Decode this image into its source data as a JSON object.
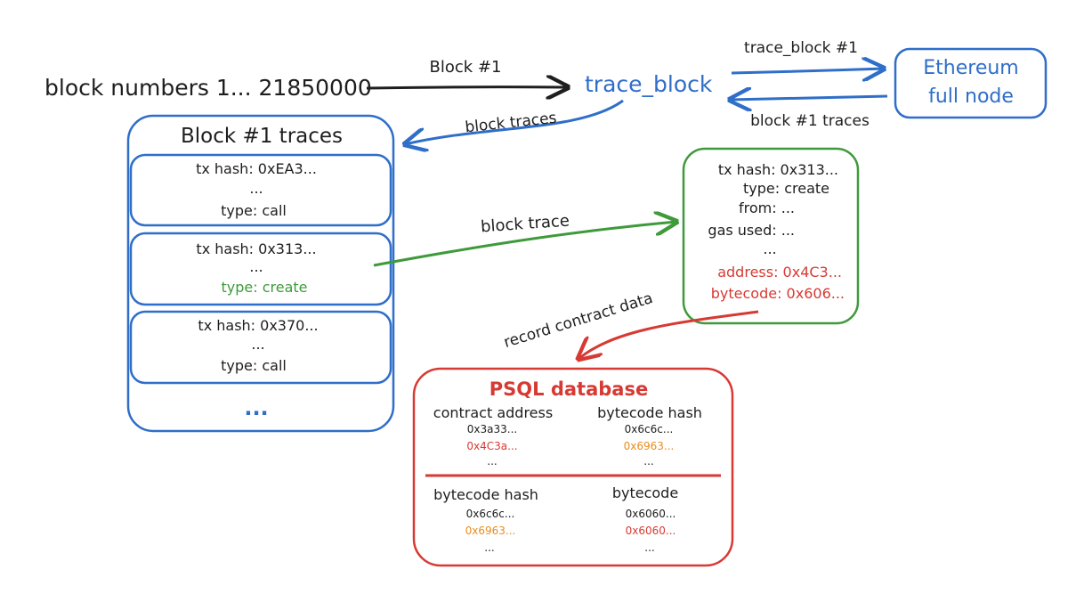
{
  "top": {
    "input_label": "block numbers 1... 21850000",
    "block_arrow_label": "Block #1",
    "trace_block_label": "trace_block",
    "request_label": "trace_block #1",
    "response_label": "block #1 traces",
    "node_line1": "Ethereum",
    "node_line2": "full node",
    "return_label": "block traces"
  },
  "traces_box": {
    "title": "Block #1 traces",
    "items": [
      {
        "hash": "tx hash: 0xEA3...",
        "dots": "...",
        "type": "type: call"
      },
      {
        "hash": "tx hash: 0x313...",
        "dots": "...",
        "type": "type: create"
      },
      {
        "hash": "tx hash: 0x370...",
        "dots": "...",
        "type": "type: call"
      }
    ],
    "more": "..."
  },
  "block_trace_label": "block trace",
  "detail_box": {
    "hash": "tx hash: 0x313...",
    "type": "type: create",
    "from": "from: ...",
    "gas": "gas used: ...",
    "dots": "...",
    "address": "address: 0x4C3...",
    "bytecode": "bytecode: 0x606..."
  },
  "record_label": "record contract data",
  "db": {
    "title": "PSQL database",
    "table1": {
      "col1_header": "contract address",
      "col2_header": "bytecode hash",
      "col1": [
        "0x3a33...",
        "0x4C3a...",
        "..."
      ],
      "col2": [
        "0x6c6c...",
        "0x6963...",
        "..."
      ]
    },
    "table2": {
      "col1_header": "bytecode hash",
      "col2_header": "bytecode",
      "col1": [
        "0x6c6c...",
        "0x6963...",
        "..."
      ],
      "col2": [
        "0x6060...",
        "0x6060...",
        "..."
      ]
    }
  },
  "colors": {
    "ink": "#1e1e1e",
    "blue": "#2f6ec9",
    "green": "#3e9a3a",
    "red": "#d63a33",
    "orange": "#ea8c1c"
  }
}
